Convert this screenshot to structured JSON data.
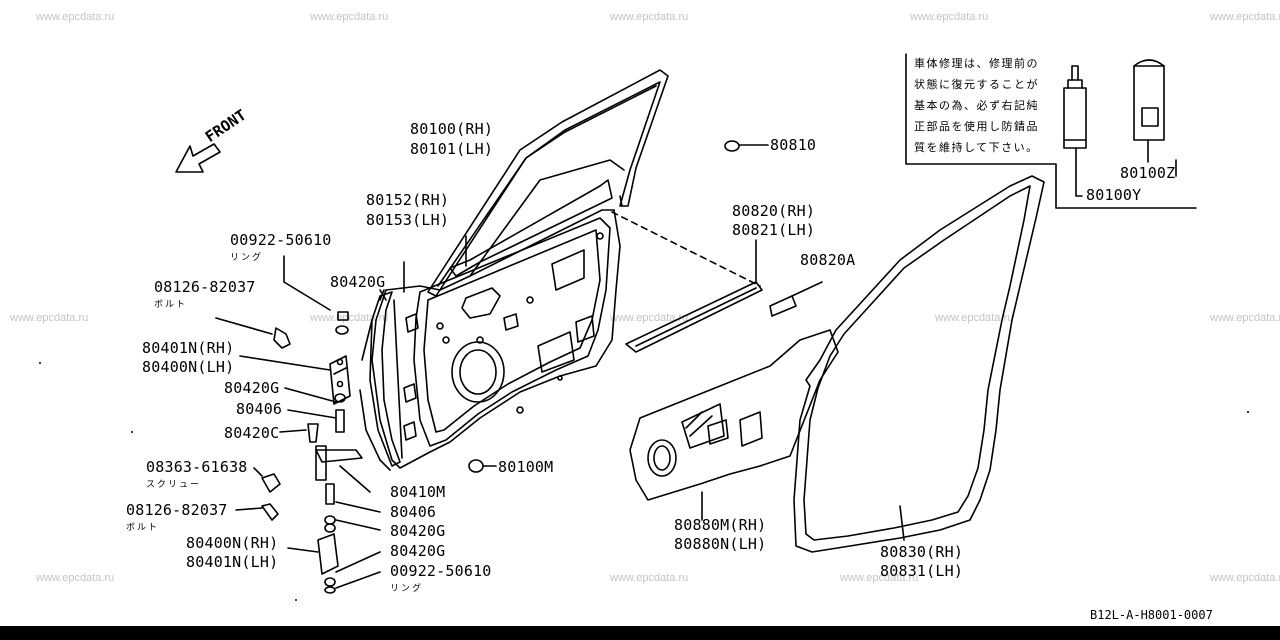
{
  "watermarks": [
    "www.epcdata.ru"
  ],
  "front_label": "FRONT",
  "note": {
    "lines": [
      "車体修理は、修理前の",
      "状態に復元することが",
      "基本の為、必ず右記純",
      "正部品を使用し防錆品",
      "質を維持して下さい。"
    ]
  },
  "labels": {
    "p80100": "80100(RH)",
    "p80101": "80101(LH)",
    "p80152": "80152(RH)",
    "p80153": "80153(LH)",
    "p80810": "80810",
    "p80820": "80820(RH)",
    "p80821": "80821(LH)",
    "p80820A": "80820A",
    "p80100Z": "80100Z",
    "p80100Y": "80100Y",
    "p00922a": "00922-50610",
    "p08126a": "08126-82037",
    "p80420Ga": "80420G",
    "p80401Na": "80401N(RH)",
    "p80400Na": "80400N(LH)",
    "p80420Gb": "80420G",
    "p80406a": "80406",
    "p80420C": "80420C",
    "p08363": "08363-61638",
    "p08126b": "08126-82037",
    "p80400Nb": "80400N(RH)",
    "p80401Nb": "80401N(LH)",
    "p80100M": "80100M",
    "p80410M": "80410M",
    "p80406b": "80406",
    "p80420Gc": "80420G",
    "p80420Gd": "80420G",
    "p00922b": "00922-50610",
    "p80880M": "80880M(RH)",
    "p80880N": "80880N(LH)",
    "p80830": "80830(RH)",
    "p80831": "80831(LH)"
  },
  "sublabels": {
    "ring": "リング",
    "bolt": "ボルト",
    "screw": "スクリュー"
  },
  "reference": "B12L-A-H8001-0007"
}
